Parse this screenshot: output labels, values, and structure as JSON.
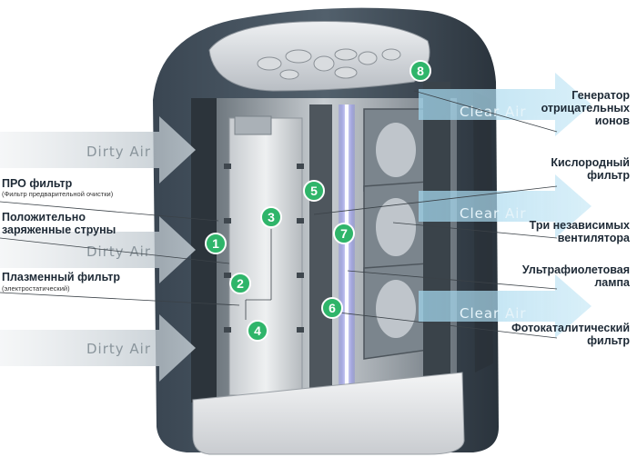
{
  "left_labels": {
    "pro_filter": "ПРО фильтр",
    "pro_filter_sub": "(Фильтр предварительной очистки)",
    "charged_strings_line1": "Положительно",
    "charged_strings_line2": "заряженные струны",
    "plasma_filter": "Плазменный фильтр",
    "plasma_filter_sub": "(электростатический)"
  },
  "right_labels": {
    "ion_generator_line1": "Генератор",
    "ion_generator_line2": "отрицательных",
    "ion_generator_line3": "ионов",
    "oxygen_filter_line1": "Кислородный",
    "oxygen_filter_line2": "фильтр",
    "fans_line1": "Три независимых",
    "fans_line2": "вентилятора",
    "uv_lamp_line1": "Ультрафиолетовая",
    "uv_lamp_line2": "лампа",
    "photocatalytic_line1": "Фотокаталитический",
    "photocatalytic_line2": "фильтр"
  },
  "air_labels": {
    "dirty": "Dirty Air",
    "clear": "Clear Air"
  },
  "markers": [
    "1",
    "2",
    "3",
    "4",
    "5",
    "6",
    "7",
    "8"
  ],
  "colors": {
    "marker_green": "#2fb56a",
    "air_arrow": "#a8d6ea",
    "housing": "#2f3a45",
    "uv_glow": "#8a8cff"
  }
}
